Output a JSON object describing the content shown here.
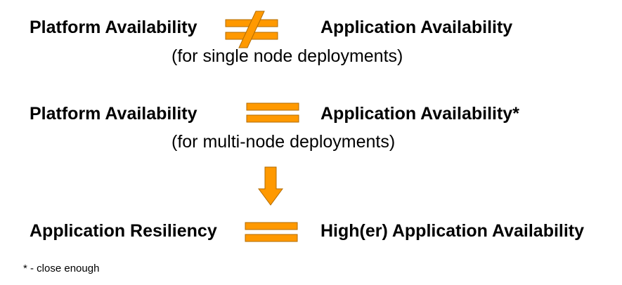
{
  "rows": [
    {
      "left": "Platform Availability",
      "relation": "not-equal",
      "right": "Application Availability",
      "note": "(for single node deployments)"
    },
    {
      "left": "Platform Availability",
      "relation": "equal",
      "right": "Application Availability*",
      "note": "(for multi-node deployments)"
    },
    {
      "left": "Application Resiliency",
      "relation": "equal",
      "right": "High(er) Application Availability"
    }
  ],
  "footnote": "* - close enough",
  "colors": {
    "accent_fill": "#FF9900",
    "accent_stroke": "#B26B00",
    "text": "#000000"
  },
  "icons": [
    "not-equal-icon",
    "equal-icon",
    "down-arrow-icon"
  ]
}
